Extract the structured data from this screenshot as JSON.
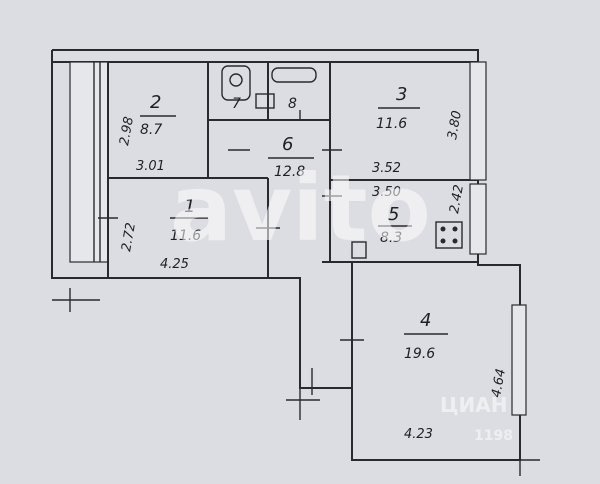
{
  "rooms": {
    "r1": {
      "number": "1",
      "area": "11.6",
      "dim_a": "2.72",
      "dim_b": "4.25"
    },
    "r2": {
      "number": "2",
      "area": "8.7",
      "dim_a": "2.98",
      "dim_b": "3.01"
    },
    "r3": {
      "number": "3",
      "area": "11.6",
      "dim_a": "3.80",
      "dim_b": "3.52"
    },
    "r4": {
      "number": "4",
      "area": "19.6",
      "dim_a": "4.64",
      "dim_b": "4.23"
    },
    "r5": {
      "number": "5",
      "area": "8.3",
      "dim_a": "3.50",
      "dim_b": "2.42"
    },
    "r6": {
      "number": "6",
      "area": "12.8"
    },
    "r7": {
      "number": "7"
    },
    "r8": {
      "number": "8"
    }
  },
  "watermarks": {
    "avito": "avito",
    "cian": "ЦИАН",
    "cian_sub": "1198"
  }
}
